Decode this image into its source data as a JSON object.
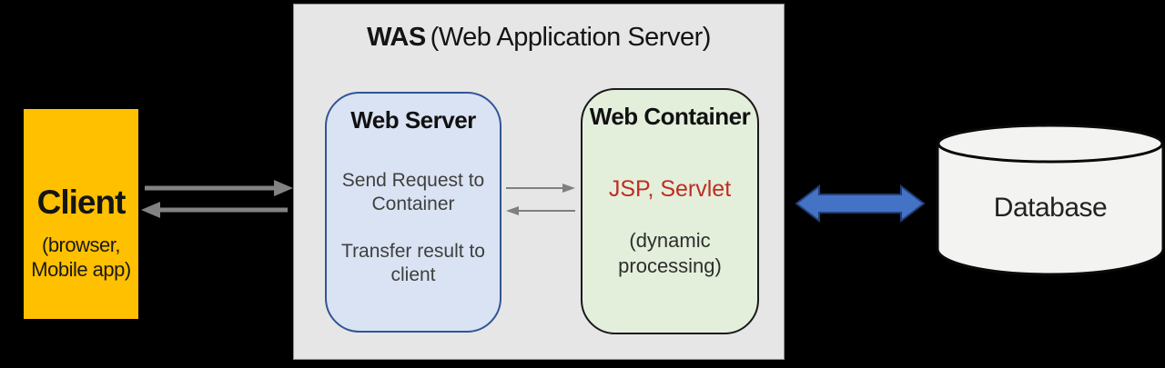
{
  "was": {
    "title_abbr": "WAS",
    "title_rest": "(Web Application Server)",
    "web_server": {
      "title": "Web Server",
      "body_1": "Send Request to Container",
      "body_2": "Transfer result to client"
    },
    "web_container": {
      "title": "Web Container",
      "tech": "JSP, Servlet",
      "note": "(dynamic processing)"
    }
  },
  "client": {
    "title": "Client",
    "subtitle": "(browser, Mobile app)"
  },
  "database": {
    "label": "Database"
  },
  "colors": {
    "background": "#000000",
    "was_panel": "#e7e6e6",
    "client_fill": "#ffc000",
    "web_server_fill": "#dae3f3",
    "web_server_border": "#2f5597",
    "web_container_fill": "#e3efdb",
    "web_container_border": "#1a1a1a",
    "tech_red": "#c02d22",
    "arrow_gray": "#828282",
    "db_arrow_blue": "#4472c4",
    "db_arrow_border": "#1f3f77",
    "database_fill": "#f3f3f2"
  }
}
